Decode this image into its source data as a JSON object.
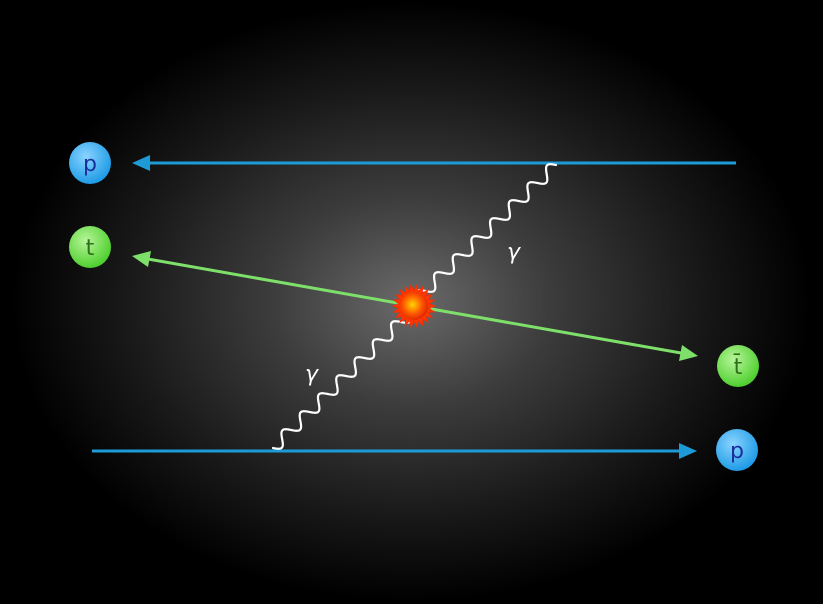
{
  "labels": {
    "proton_top": "p",
    "proton_bottom": "p",
    "top_quark": "t",
    "anti_top_quark": "t̄",
    "photon_upper": "γ",
    "photon_lower": "γ"
  },
  "colors": {
    "proton_line": "#1e9ad6",
    "proton_ball": "#34aef0",
    "proton_text": "#1a2f9c",
    "top_line": "#7ee06a",
    "top_ball": "#6fe04e",
    "top_text": "#2f6e1a",
    "photon": "#ffffff",
    "vertex": "#ff4a00"
  }
}
